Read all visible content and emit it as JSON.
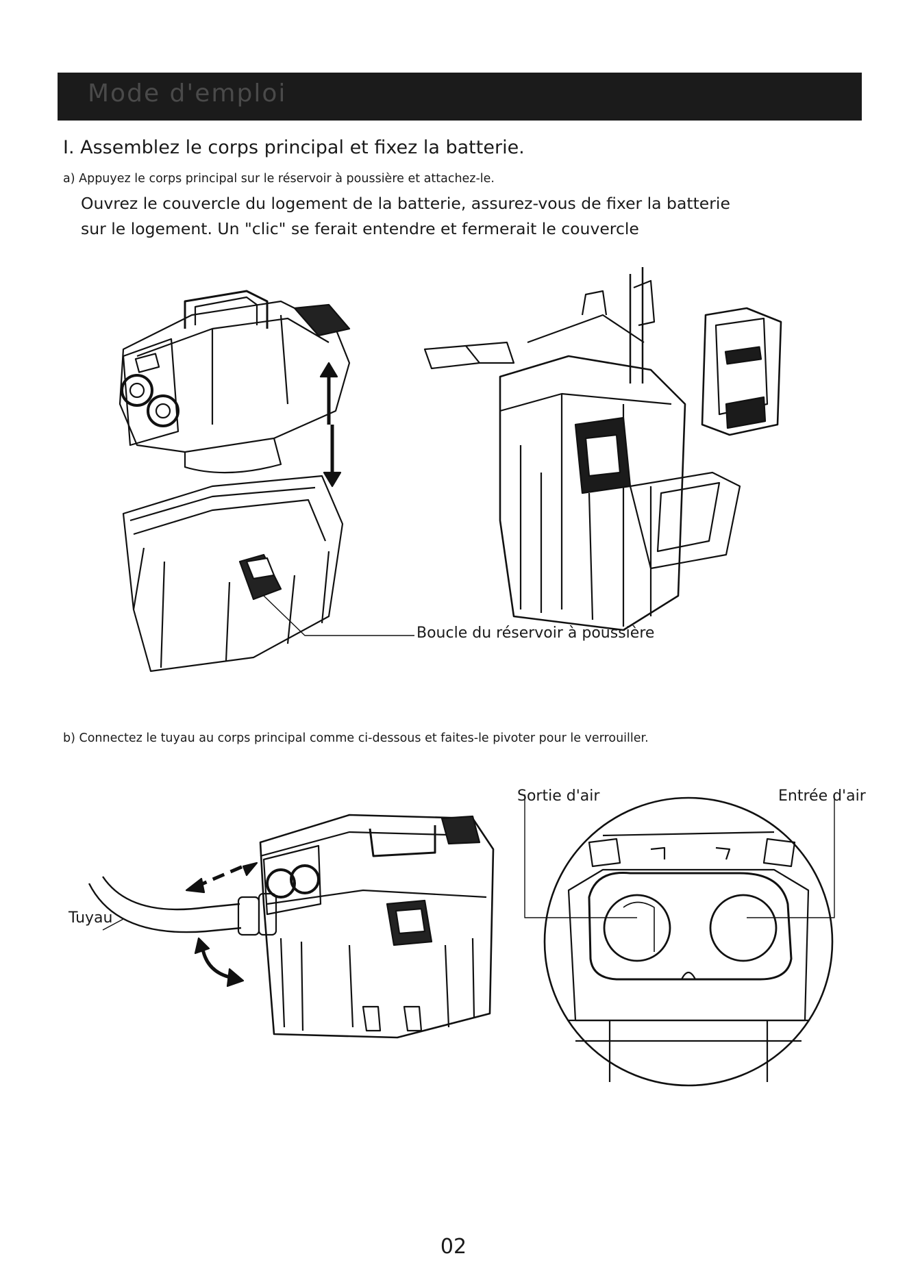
{
  "header": {
    "title": "Mode d'emploi"
  },
  "section": {
    "heading": "I. Assemblez le corps principal et fixez la batterie.",
    "step_a": {
      "title": "a) Appuyez le corps principal sur le réservoir à poussière et attachez-le.",
      "line1": "Ouvrez le couvercle du logement de la batterie, assurez-vous de fixer la batterie",
      "line2": "sur le logement. Un \"clic\" se ferait entendre et fermerait le couvercle",
      "callout": "Boucle du réservoir à poussière"
    },
    "step_b": {
      "title": "b) Connectez le tuyau au corps principal comme ci-dessous et faites-le pivoter pour le verrouiller.",
      "label_hose": "Tuyau",
      "label_outlet": "Sortie d'air",
      "label_inlet": "Entrée d'air"
    }
  },
  "footer": {
    "page_number": "02"
  }
}
